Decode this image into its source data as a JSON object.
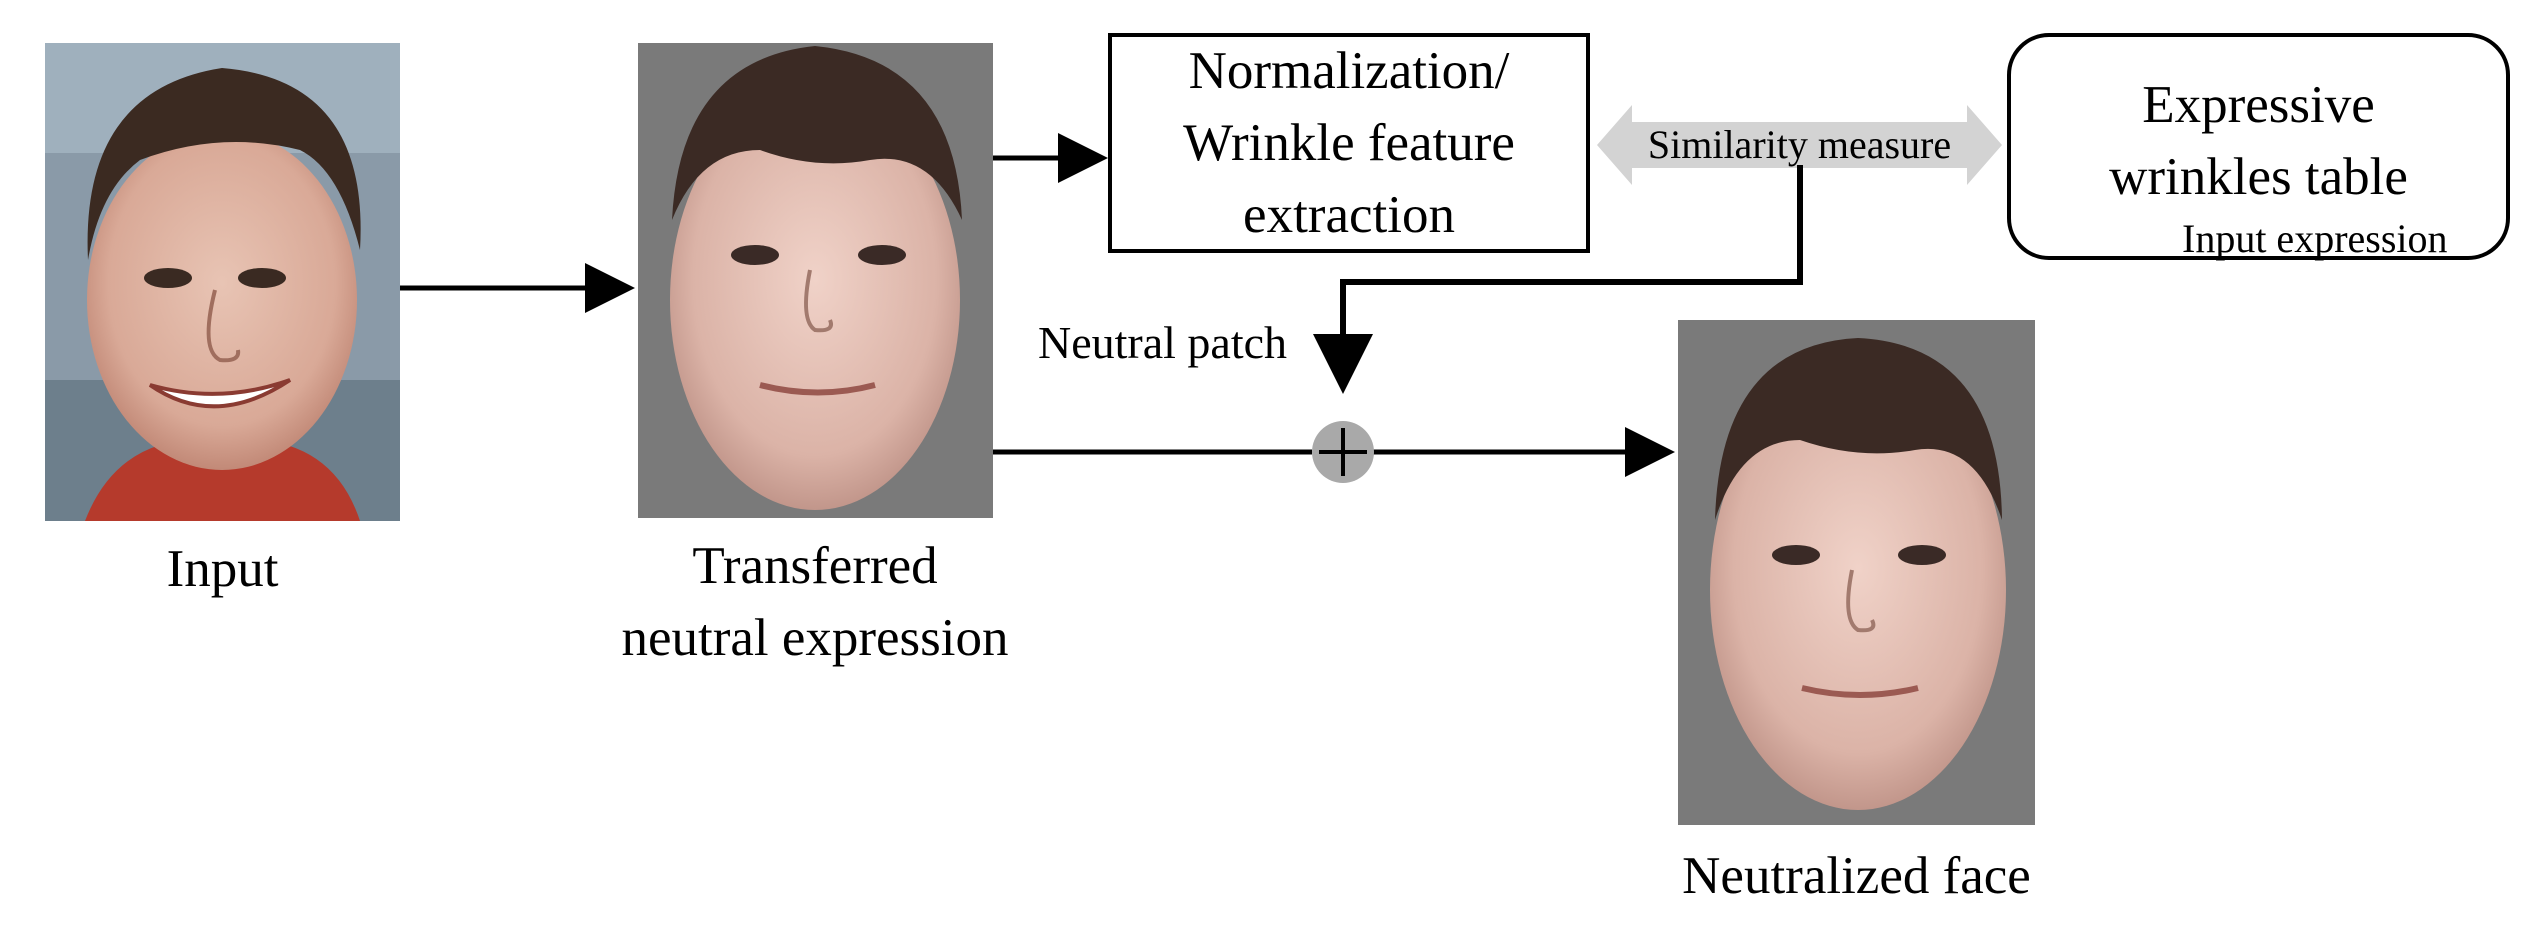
{
  "labels": {
    "input": "Input",
    "transferred_line1": "Transferred",
    "transferred_line2": "neutral expression",
    "neutralized": "Neutralized face",
    "neutral_patch": "Neutral patch",
    "similarity": "Similarity measure",
    "input_expression": "Input expression"
  },
  "boxes": {
    "normalization": [
      "Normalization/",
      "Wrinkle feature",
      "extraction"
    ],
    "wrinkles_table": [
      "Expressive",
      "wrinkles table"
    ]
  },
  "colors": {
    "gray_bg": "#7a7a7a",
    "similarity_arrow": "#d3d3d3",
    "plus_circle": "#a9a9a9"
  }
}
